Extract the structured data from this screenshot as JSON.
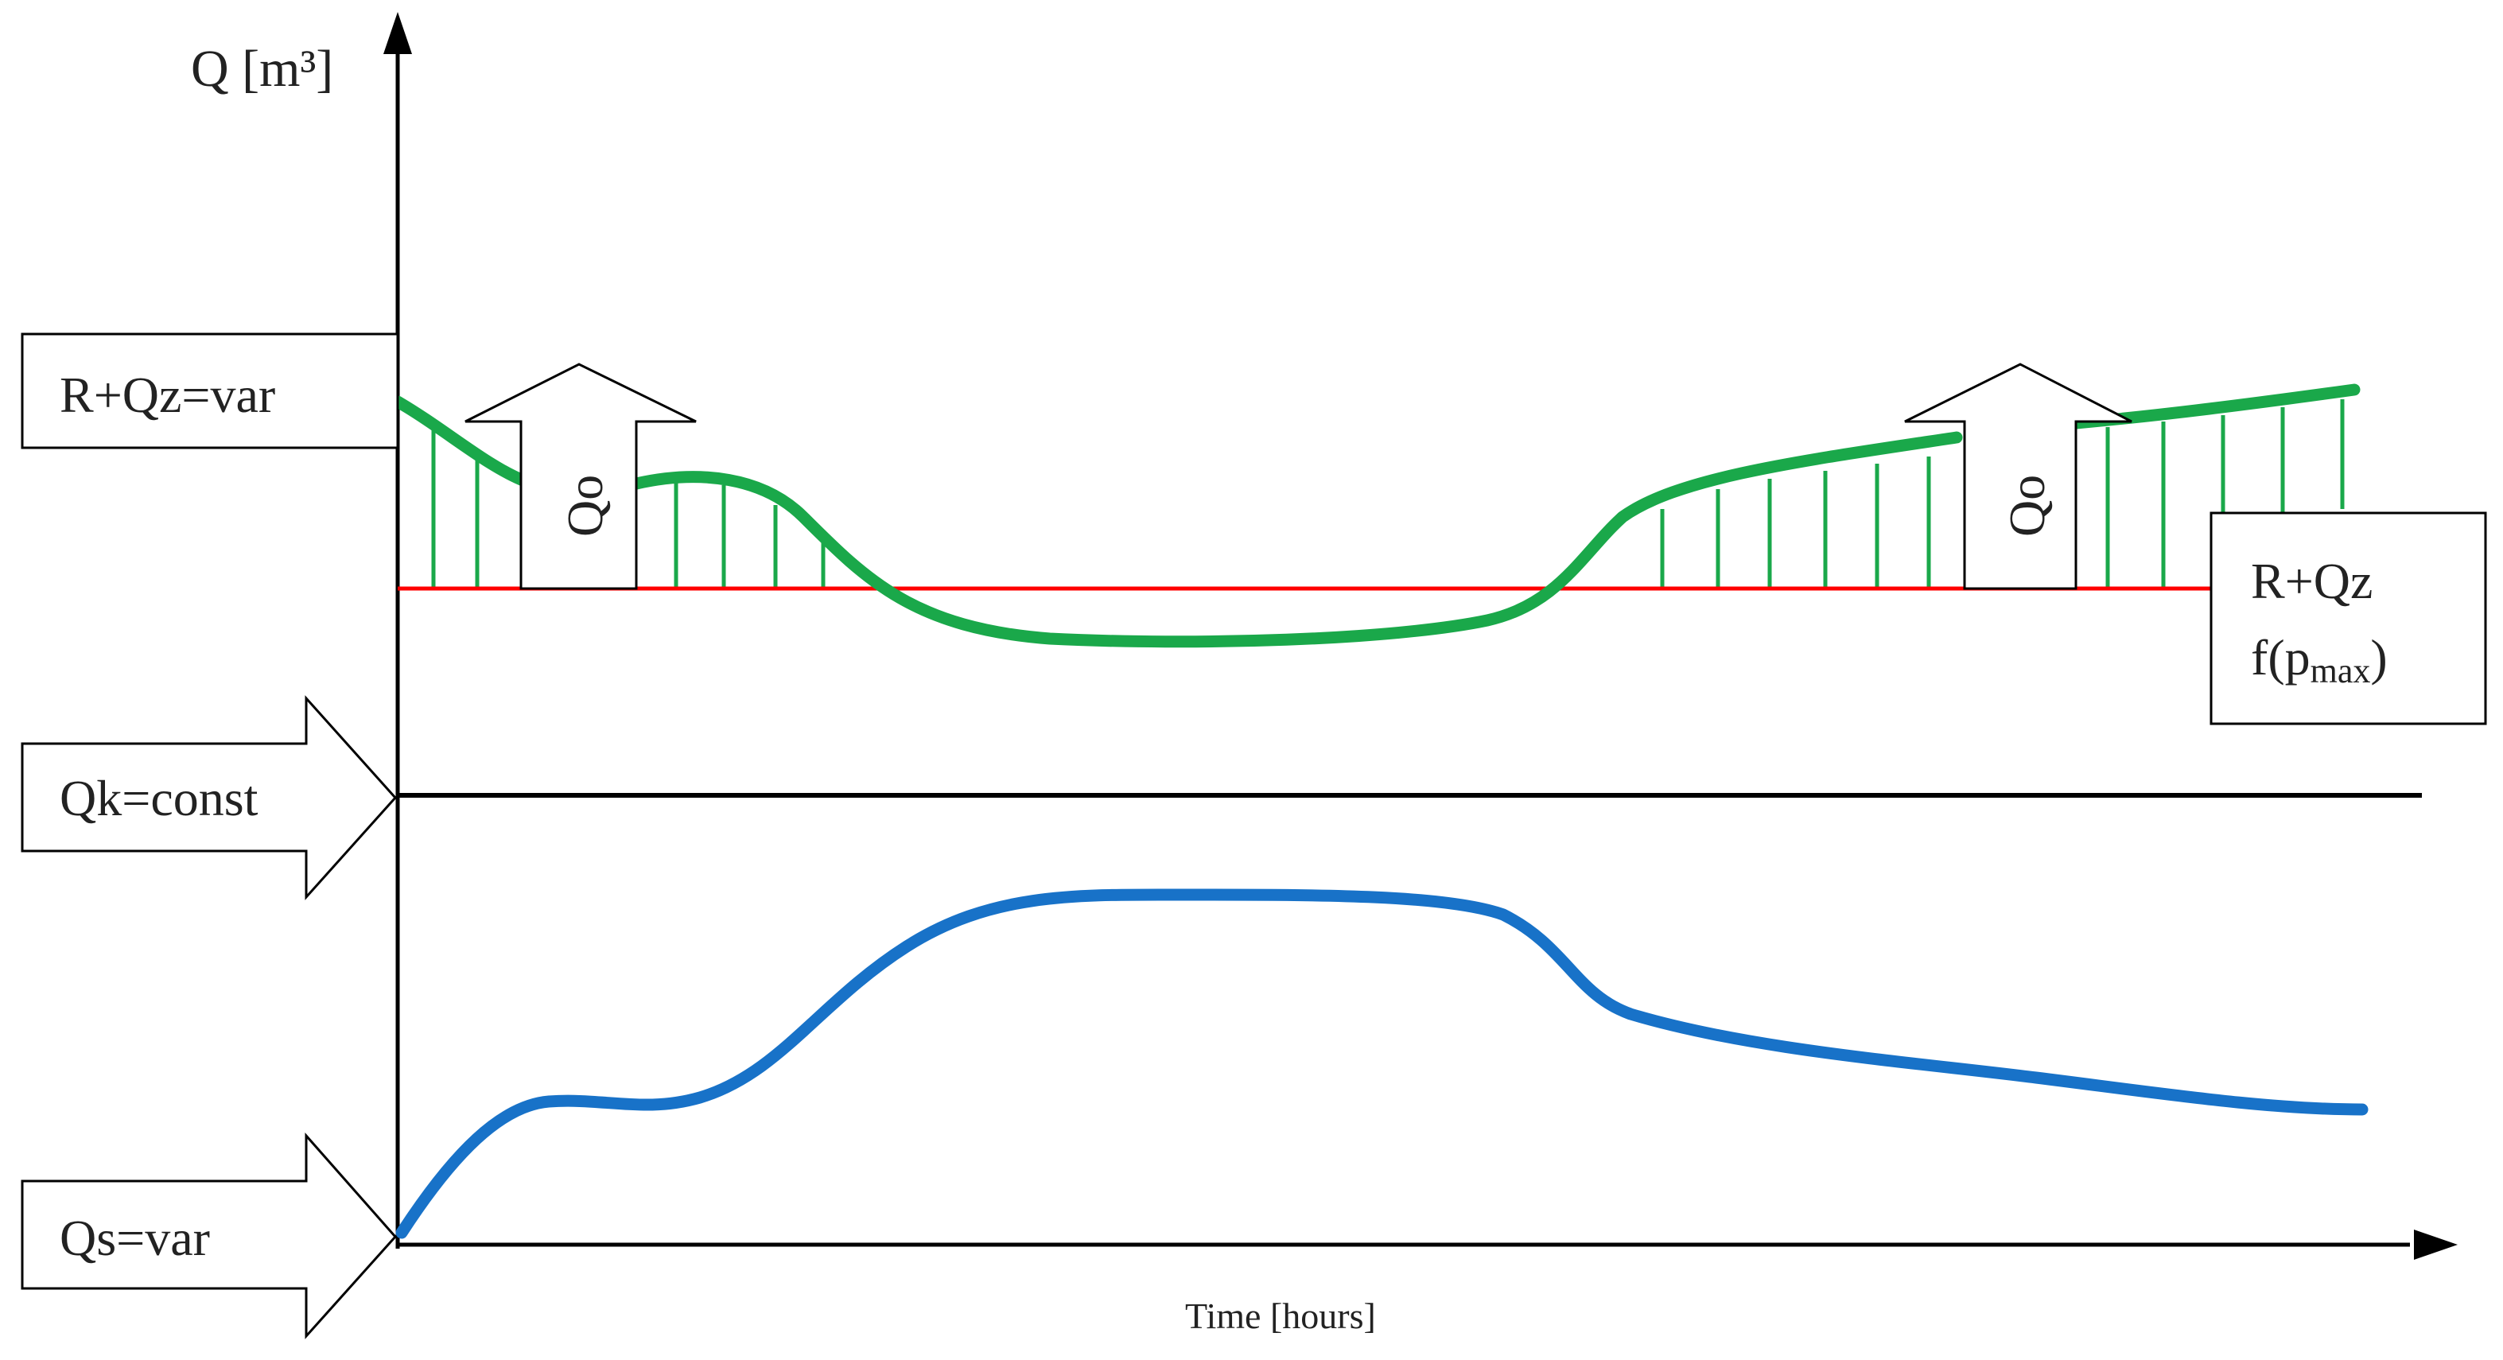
{
  "axes": {
    "y_label": "Q [m³]",
    "x_label": "Time [hours]"
  },
  "labels": {
    "r_qz_var": "R+Qz=var",
    "qk_const": "Qk=const",
    "qs_var": "Qs=var",
    "r_qz_box_line1": "R+Qz",
    "r_qz_box_f": "f(p",
    "r_qz_box_sub": "max",
    "r_qz_box_close": ")",
    "qo_left": "Qo",
    "qo_right": "Qo"
  },
  "colors": {
    "demand_curve": "#1aa84a",
    "hatch": "#1aa84a",
    "threshold_line": "#ff0000",
    "constant_line": "#000000",
    "supply_curve": "#1872c8",
    "axis": "#000000"
  }
}
